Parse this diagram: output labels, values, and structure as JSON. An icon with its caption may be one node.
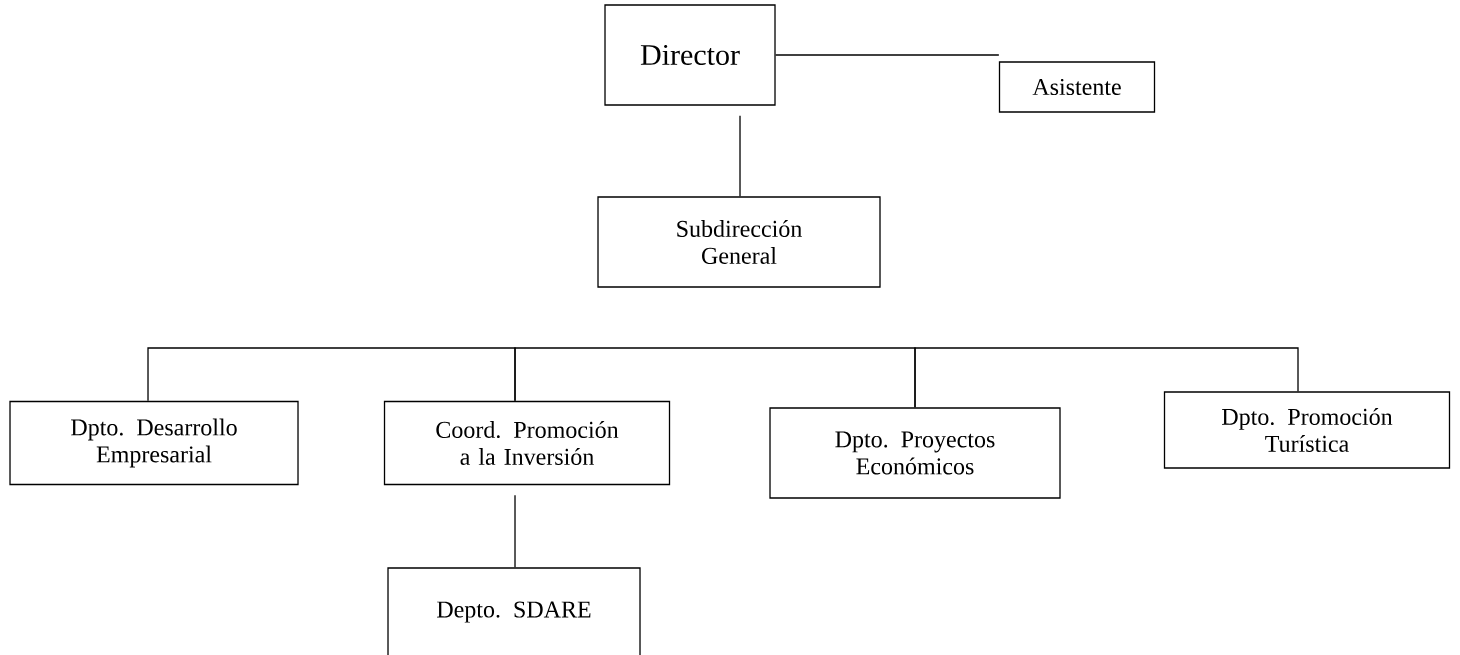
{
  "diagram": {
    "nodes": [
      {
        "text": [
          "Director"
        ]
      },
      {
        "text": [
          "Asistente"
        ]
      },
      {
        "text": [
          "Subdirección General"
        ]
      },
      {
        "text": [
          "Dpto. Desarrollo Empresarial"
        ]
      },
      {
        "text": [
          "Coord. Promoción a la Inversión"
        ]
      },
      {
        "text": [
          "Dpto. Proyectos Económicos"
        ]
      },
      {
        "text": [
          "Dpto. Promoción Turística"
        ]
      },
      {
        "text": [
          "Depto. SDARE"
        ]
      }
    ],
    "edges": [
      {
        "from": 0,
        "to": 1,
        "arrow": "none"
      },
      {
        "from": 0,
        "to": 2,
        "arrow": "none"
      },
      {
        "from": 3,
        "to": 4,
        "arrow": "none"
      },
      {
        "from": 4,
        "to": 5,
        "arrow": "none"
      },
      {
        "from": 5,
        "to": 6,
        "arrow": "none"
      },
      {
        "from": 4,
        "to": 7,
        "arrow": "none"
      }
    ]
  }
}
